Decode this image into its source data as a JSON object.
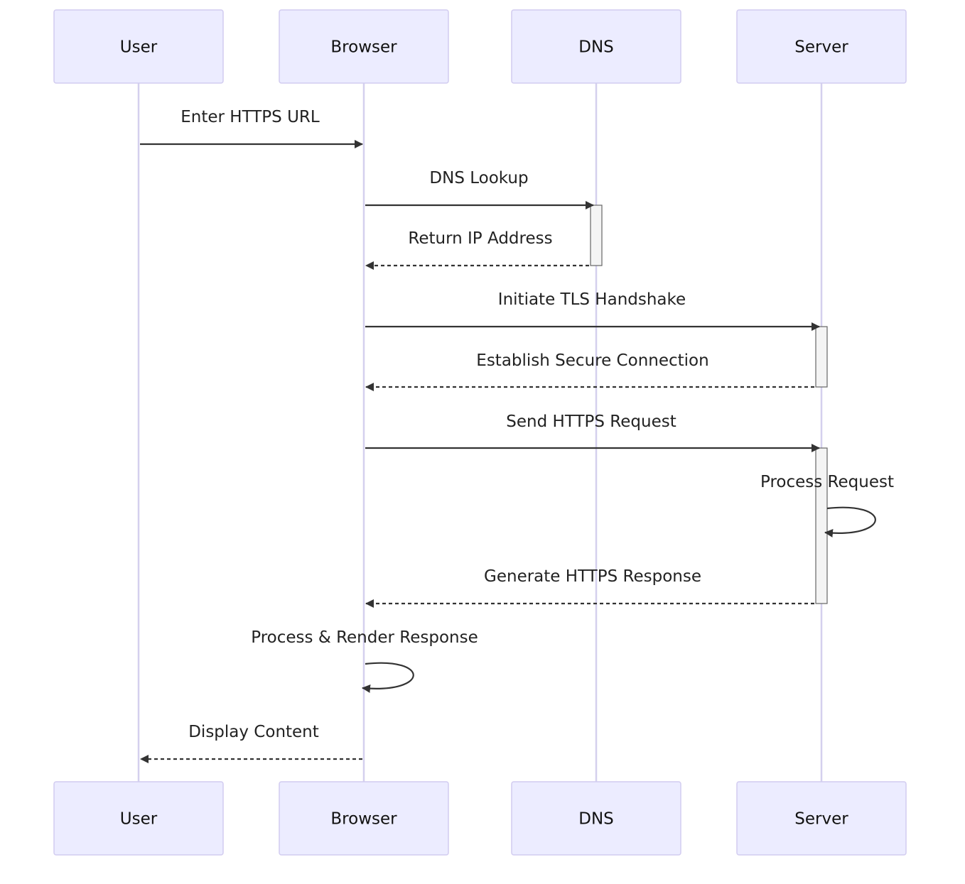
{
  "participants": [
    {
      "id": "user",
      "label": "User"
    },
    {
      "id": "browser",
      "label": "Browser"
    },
    {
      "id": "dns",
      "label": "DNS"
    },
    {
      "id": "server",
      "label": "Server"
    }
  ],
  "messages": [
    {
      "from": "user",
      "to": "browser",
      "label": "Enter HTTPS URL",
      "style": "solid"
    },
    {
      "from": "browser",
      "to": "dns",
      "label": "DNS Lookup",
      "style": "solid"
    },
    {
      "from": "dns",
      "to": "browser",
      "label": "Return IP Address",
      "style": "dotted"
    },
    {
      "from": "browser",
      "to": "server",
      "label": "Initiate TLS Handshake",
      "style": "solid"
    },
    {
      "from": "server",
      "to": "browser",
      "label": "Establish Secure Connection",
      "style": "dotted"
    },
    {
      "from": "browser",
      "to": "server",
      "label": "Send HTTPS Request",
      "style": "solid"
    },
    {
      "from": "server",
      "to": "server",
      "label": "Process Request",
      "style": "solid"
    },
    {
      "from": "server",
      "to": "browser",
      "label": "Generate HTTPS Response",
      "style": "dotted"
    },
    {
      "from": "browser",
      "to": "browser",
      "label": "Process & Render Response",
      "style": "solid"
    },
    {
      "from": "browser",
      "to": "user",
      "label": "Display Content",
      "style": "dotted"
    }
  ],
  "activations": [
    {
      "participant": "dns",
      "from_message": 1,
      "to_message": 2
    },
    {
      "participant": "server",
      "from_message": 3,
      "to_message": 4
    },
    {
      "participant": "server",
      "from_message": 5,
      "to_message": 7
    }
  ]
}
